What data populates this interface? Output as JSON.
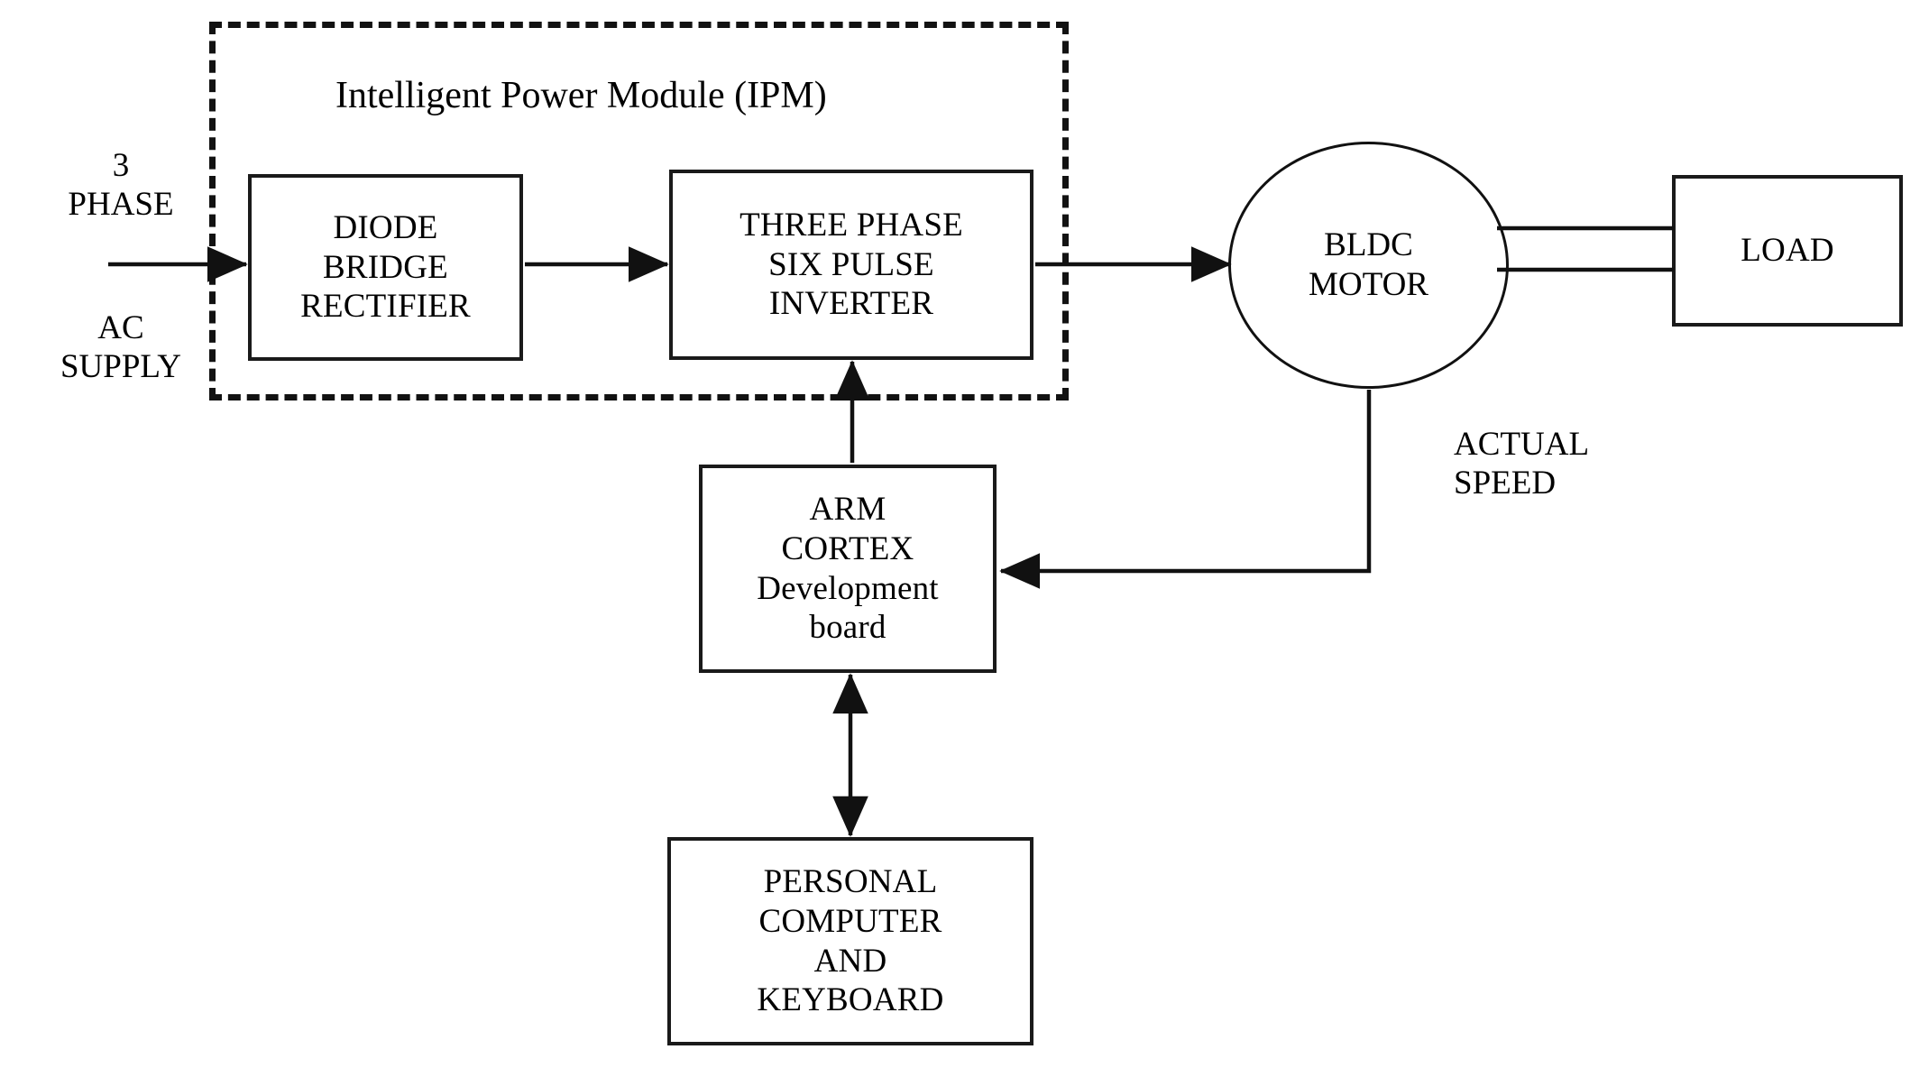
{
  "diagram": {
    "title": "BLDC motor drive block diagram",
    "type": "block-diagram",
    "background_color": "#ffffff",
    "line_color": "#111111"
  },
  "ipm": {
    "label": "Intelligent Power Module (IPM)",
    "style": "dashed-boundary"
  },
  "supply": {
    "line1": "3\nPHASE",
    "line2": "AC\nSUPPLY"
  },
  "blocks": {
    "rectifier": "DIODE\nBRIDGE\nRECTIFIER",
    "inverter": "THREE PHASE\nSIX PULSE\nINVERTER",
    "motor": "BLDC\nMOTOR",
    "load": "LOAD",
    "controller": "ARM\nCORTEX\nDevelopment\nboard",
    "computer": "PERSONAL\nCOMPUTER\nAND\nKEYBOARD"
  },
  "annotations": {
    "feedback": "ACTUAL\nSPEED"
  },
  "connections": [
    {
      "from": "ac-supply",
      "to": "rectifier",
      "type": "arrow"
    },
    {
      "from": "rectifier",
      "to": "inverter",
      "type": "arrow"
    },
    {
      "from": "inverter",
      "to": "motor",
      "type": "arrow"
    },
    {
      "from": "motor",
      "to": "load",
      "type": "shaft"
    },
    {
      "from": "motor",
      "to": "controller",
      "type": "arrow",
      "label": "ACTUAL SPEED"
    },
    {
      "from": "controller",
      "to": "inverter",
      "type": "arrow"
    },
    {
      "from": "controller",
      "to": "computer",
      "type": "double-arrow"
    }
  ]
}
